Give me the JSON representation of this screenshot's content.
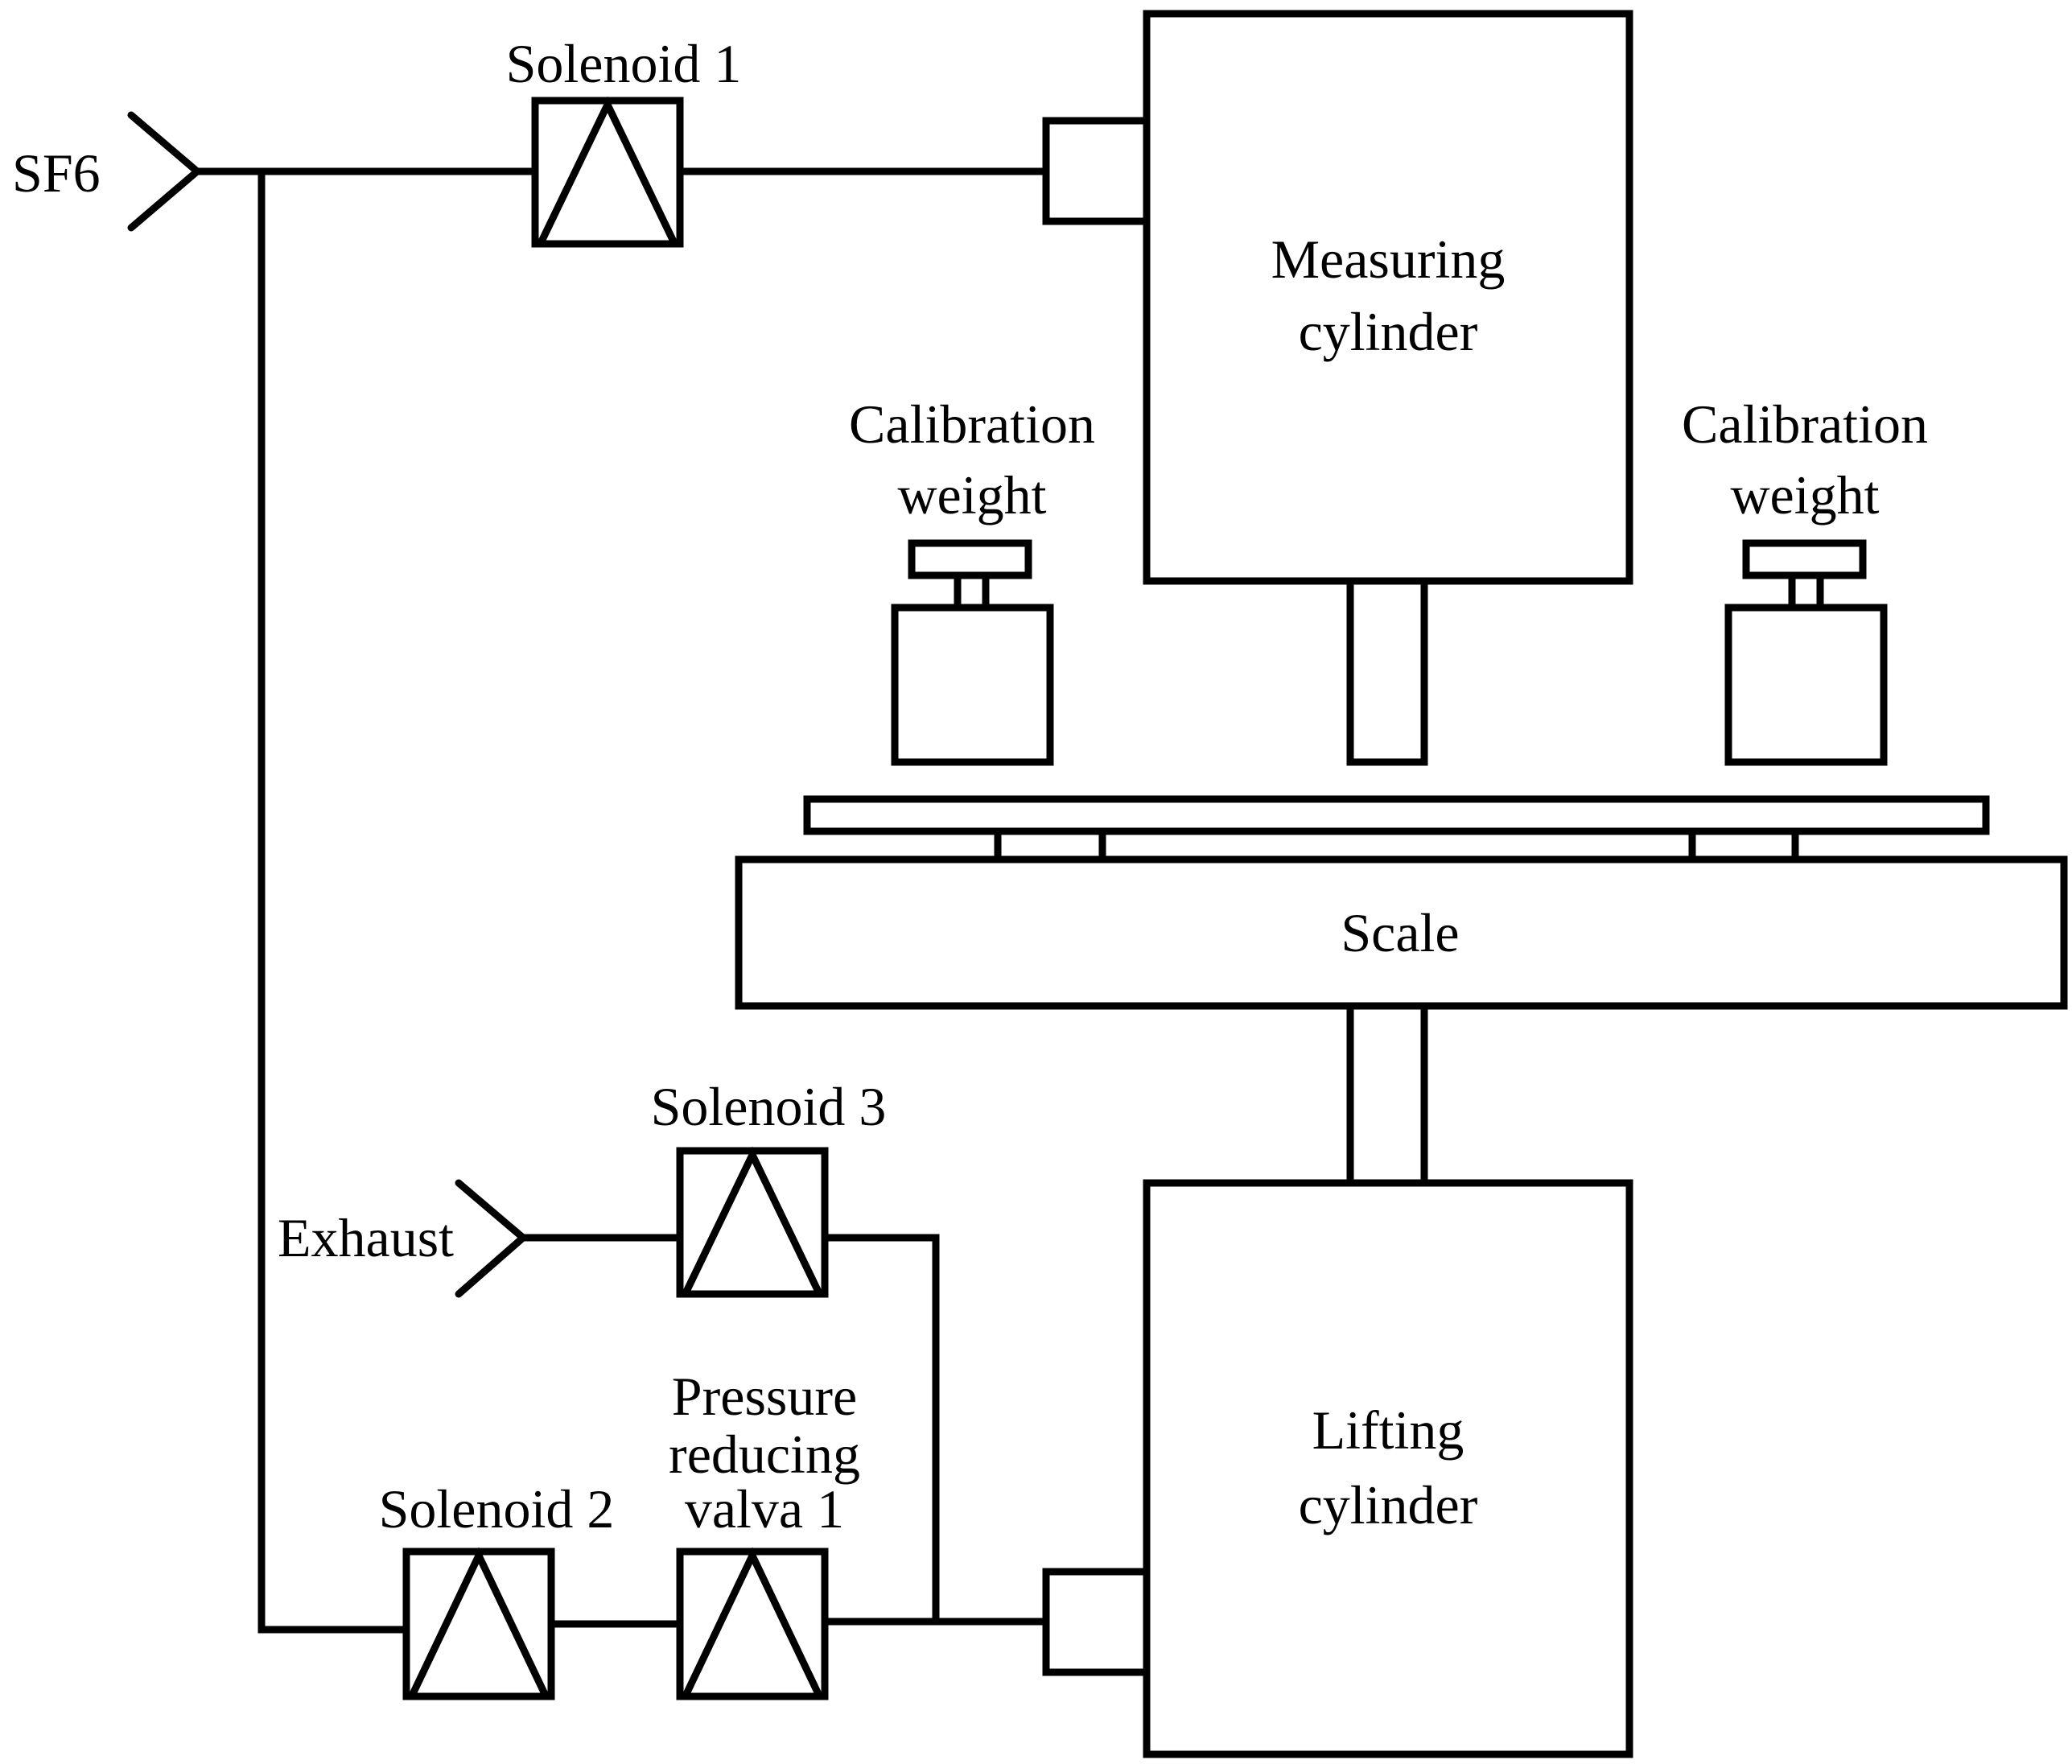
{
  "labels": {
    "sf6": "SF6",
    "solenoid1": "Solenoid 1",
    "solenoid2": "Solenoid 2",
    "solenoid3": "Solenoid 3",
    "exhaust": "Exhaust",
    "measuring_cylinder": [
      "Measuring",
      "cylinder"
    ],
    "lifting_cylinder": [
      "Lifting",
      "cylinder"
    ],
    "calibration_weight_left": [
      "Calibration",
      "weight"
    ],
    "calibration_weight_right": [
      "Calibration",
      "weight"
    ],
    "scale": "Scale",
    "pressure_reducing_valve": [
      "Pressure",
      "reducing",
      "valva 1"
    ]
  },
  "colors": {
    "stroke": "#000000",
    "background": "#ffffff"
  }
}
